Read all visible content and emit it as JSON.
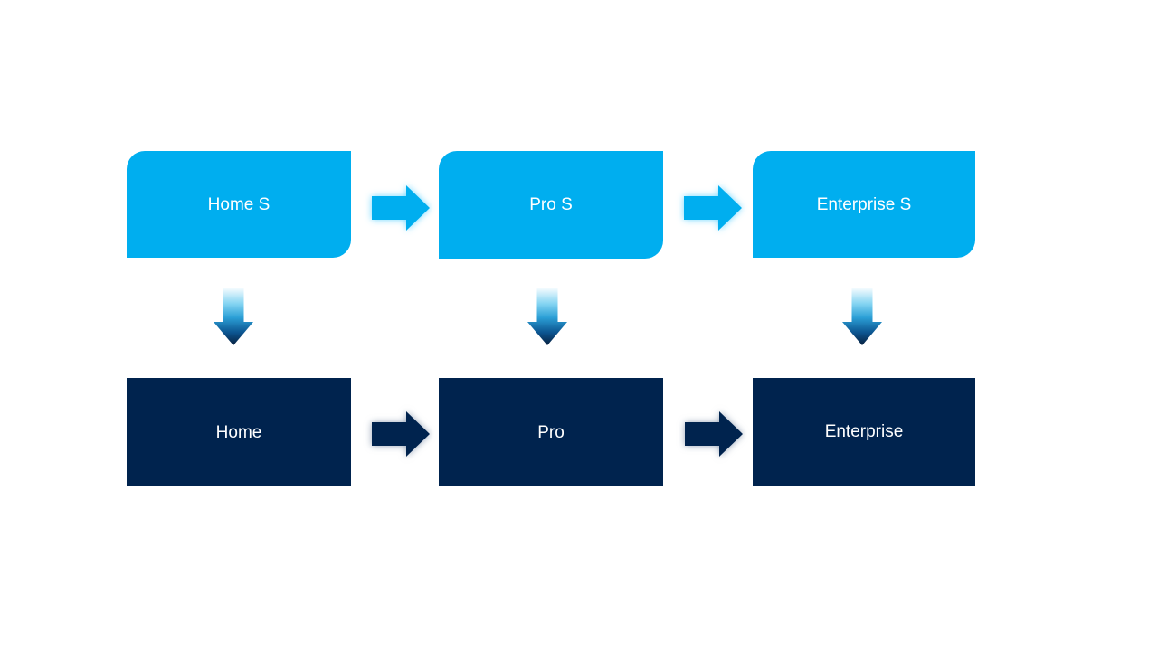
{
  "colors": {
    "background": "#ffffff",
    "top_box_fill": "#00aeef",
    "bottom_box_fill": "#00234e",
    "label_text": "#ffffff",
    "light_arrow_fill": "#00aeef",
    "dark_arrow_fill": "#00234e",
    "down_arrow_gradient": [
      "#fafdff",
      "#84d4f2",
      "#2b9fd6",
      "#0c548f",
      "#071f3e"
    ]
  },
  "diagram": {
    "top_row": [
      {
        "label": "Home S"
      },
      {
        "label": "Pro S"
      },
      {
        "label": "Enterprise S"
      }
    ],
    "bottom_row": [
      {
        "label": "Home"
      },
      {
        "label": "Pro"
      },
      {
        "label": "Enterprise"
      }
    ],
    "connections": {
      "horizontal_top": [
        "Home S -> Pro S",
        "Pro S -> Enterprise S"
      ],
      "horizontal_bottom": [
        "Home -> Pro",
        "Pro -> Enterprise"
      ],
      "vertical": [
        "Home S -> Home",
        "Pro S -> Pro",
        "Enterprise S -> Enterprise"
      ]
    }
  }
}
